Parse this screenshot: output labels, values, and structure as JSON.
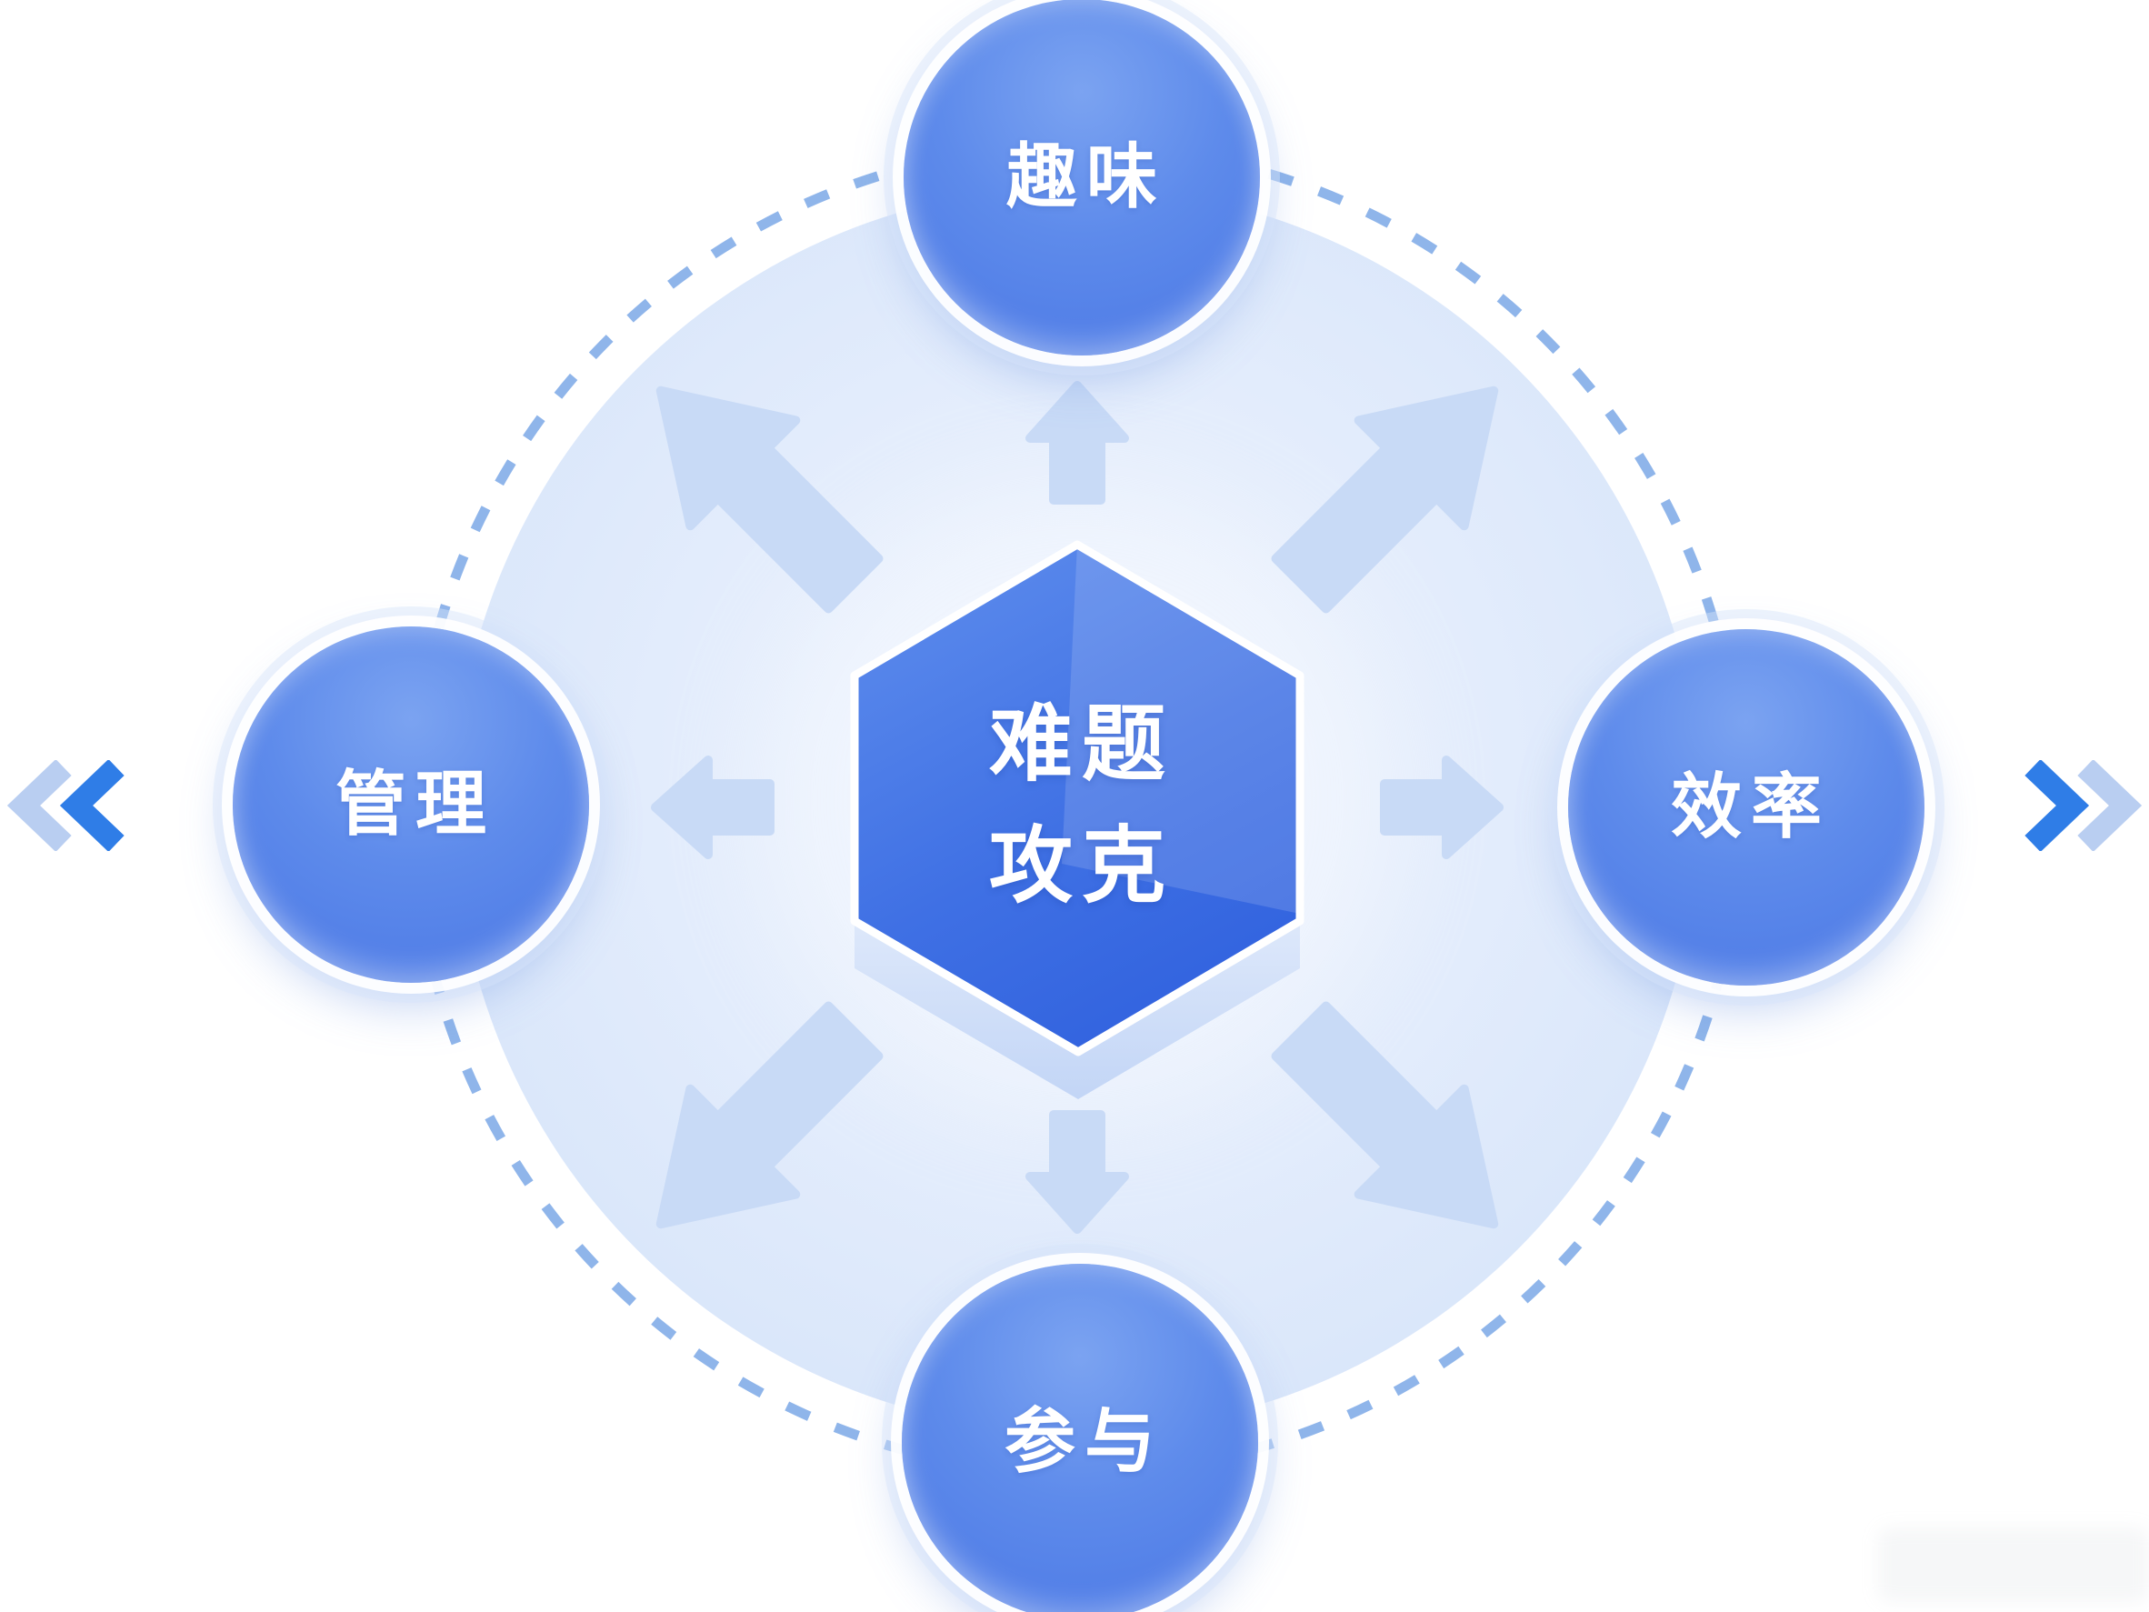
{
  "diagram": {
    "center": {
      "line1": "难题",
      "line2": "攻克"
    },
    "nodes": [
      {
        "position": "top",
        "label": "趣味"
      },
      {
        "position": "right",
        "label": "效率"
      },
      {
        "position": "bottom",
        "label": "参与"
      },
      {
        "position": "left",
        "label": "管理"
      }
    ],
    "arrow_directions": [
      "up",
      "down",
      "left",
      "right",
      "up-left",
      "up-right",
      "down-left",
      "down-right"
    ],
    "colors": {
      "node_fill_dark": "#4a77e5",
      "node_fill_light": "#7ba3f1",
      "hexagon_fill": "#4273e6",
      "hexagon_facet_highlight": "#6e96ee",
      "hexagon_base": "#c9daf7",
      "inner_circle": "#e2ecfb",
      "arrow": "#c8daf6",
      "dashed_ring": "#8fb5ea",
      "chevron_dark": "#2f7de7",
      "chevron_light": "#b9cef1",
      "label_text": "#ffffff"
    }
  },
  "nav": {
    "prev_icon": "double-chevron-left",
    "next_icon": "double-chevron-right"
  }
}
